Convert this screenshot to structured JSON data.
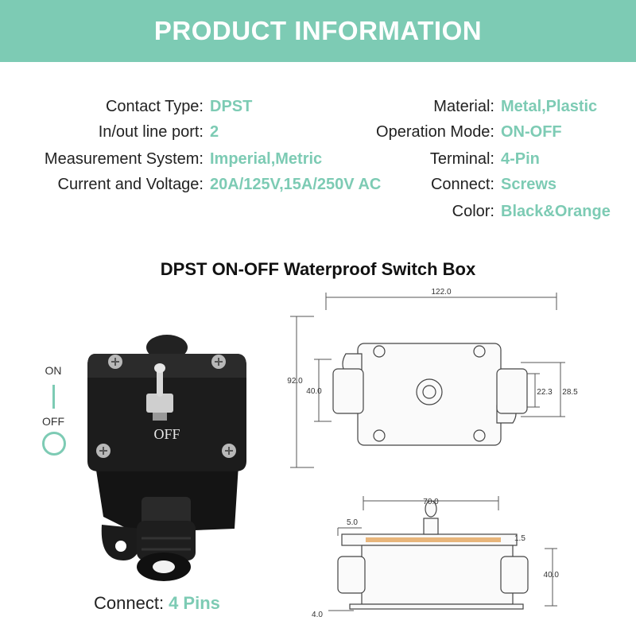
{
  "header": {
    "title": "PRODUCT INFORMATION"
  },
  "specs_left": [
    {
      "label": "Contact Type:",
      "value": "DPST"
    },
    {
      "label": "In/out line port:",
      "value": "2"
    },
    {
      "label": "Measurement System:",
      "value": "Imperial,Metric"
    },
    {
      "label": "Current and Voltage:",
      "value": "20A/125V,15A/250V AC"
    }
  ],
  "specs_right": [
    {
      "label": "Material:",
      "value": "Metal,Plastic"
    },
    {
      "label": "Operation Mode:",
      "value": "ON-OFF"
    },
    {
      "label": "Terminal:",
      "value": "4-Pin"
    },
    {
      "label": "Connect:",
      "value": "Screws"
    },
    {
      "label": "Color:",
      "value": "Black&Orange"
    }
  ],
  "section_title": "DPST ON-OFF Waterproof Switch Box",
  "switch_indicator": {
    "on_label": "ON",
    "off_label": "OFF"
  },
  "product": {
    "lid_text": "OFF"
  },
  "footer": {
    "connect_label": "Connect:",
    "connect_value": "4 Pins"
  },
  "dimensions": {
    "top_view": {
      "width": "122.0",
      "height_outer": "92.0",
      "height_inner": "40.0",
      "gland_inner": "22.3",
      "gland_outer": "28.5"
    },
    "side_view": {
      "hole_spacing": "70.0",
      "edge": "5.0",
      "lid": "1.5",
      "height": "40.0",
      "base": "4.0"
    }
  },
  "colors": {
    "accent": "#7dcbb4",
    "orange_seal": "#d9822b",
    "box_black": "#1c1c1c"
  }
}
